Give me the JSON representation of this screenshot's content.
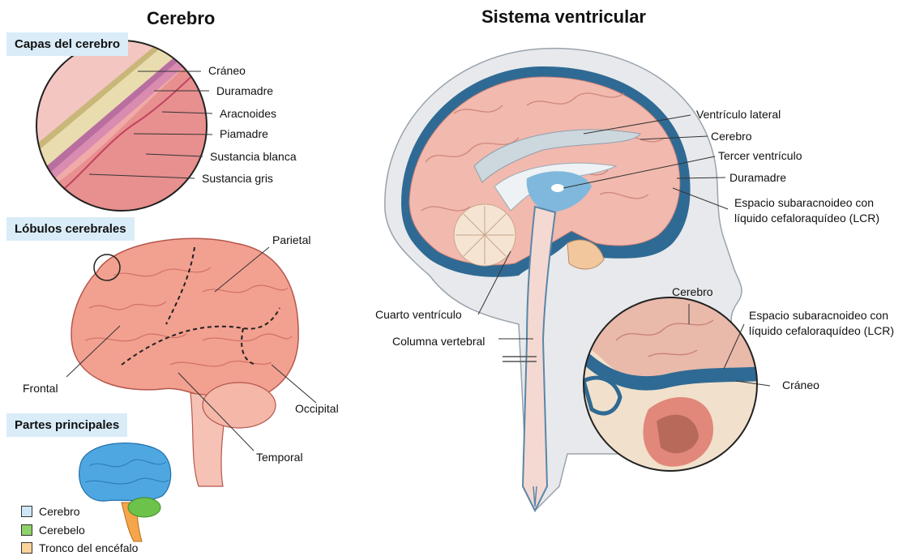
{
  "left_title": "Cerebro",
  "right_title": "Sistema ventricular",
  "capas": {
    "heading": "Capas del cerebro",
    "labels": [
      "Cráneo",
      "Duramadre",
      "Aracnoides",
      "Piamadre",
      "Sustancia blanca",
      "Sustancia gris"
    ]
  },
  "lobulos": {
    "heading": "Lóbulos cerebrales",
    "frontal": "Frontal",
    "parietal": "Parietal",
    "temporal": "Temporal",
    "occipital": "Occipital"
  },
  "partes": {
    "heading": "Partes principales",
    "legend": [
      {
        "label": "Cerebro",
        "color": "#cfe6f6"
      },
      {
        "label": "Cerebelo",
        "color": "#8fd16a"
      },
      {
        "label": "Tronco del encéfalo",
        "color": "#fbd49a"
      }
    ]
  },
  "ventricular": {
    "ventriculo_lateral": "Ventrículo lateral",
    "cerebro": "Cerebro",
    "tercer_ventriculo": "Tercer ventrículo",
    "duramadre": "Duramadre",
    "espacio_line1": "Espacio subaracnoideo con",
    "espacio_line2": "líquido cefaloraquídeo (LCR)",
    "cuarto_ventriculo": "Cuarto ventrículo",
    "columna": "Columna vertebral",
    "inset_cerebro": "Cerebro",
    "inset_espacio_line1": "Espacio subaracnoideo con",
    "inset_espacio_line2": "líquido cefaloraquídeo (LCR)",
    "inset_craneo": "Cráneo"
  }
}
